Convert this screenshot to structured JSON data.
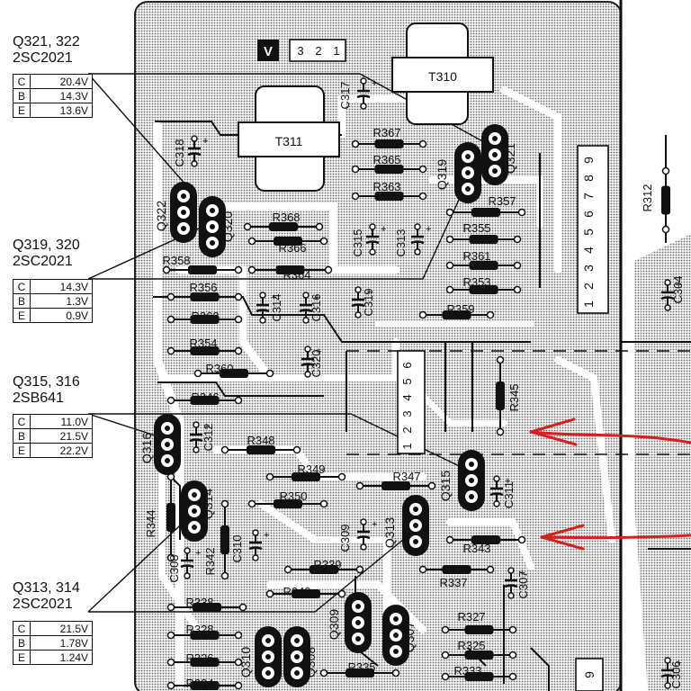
{
  "voltage_callouts": [
    {
      "label": "Q321, 322",
      "part": "2SC2021",
      "rows": [
        {
          "pin": "C",
          "value": "20.4V"
        },
        {
          "pin": "B",
          "value": "14.3V"
        },
        {
          "pin": "E",
          "value": "13.6V"
        }
      ]
    },
    {
      "label": "Q319, 320",
      "part": "2SC2021",
      "rows": [
        {
          "pin": "C",
          "value": "14.3V"
        },
        {
          "pin": "B",
          "value": "1.3V"
        },
        {
          "pin": "E",
          "value": "0.9V"
        }
      ]
    },
    {
      "label": "Q315, 316",
      "part": "2SB641",
      "rows": [
        {
          "pin": "C",
          "value": "11.0V"
        },
        {
          "pin": "B",
          "value": "21.5V"
        },
        {
          "pin": "E",
          "value": "22.2V"
        }
      ]
    },
    {
      "label": "Q313, 314",
      "part": "2SC2021",
      "rows": [
        {
          "pin": "C",
          "value": "21.5V"
        },
        {
          "pin": "B",
          "value": "1.78V"
        },
        {
          "pin": "E",
          "value": "1.24V"
        }
      ]
    }
  ],
  "connector_v": {
    "label": "V",
    "pins": [
      "3",
      "2",
      "1"
    ]
  },
  "transformers": [
    "T310",
    "T311"
  ],
  "resistors": [
    "R367",
    "R365",
    "R363",
    "R357",
    "R368",
    "R355",
    "R366",
    "R361",
    "R358",
    "R364",
    "R353",
    "R356",
    "R362",
    "R359",
    "R354",
    "R360",
    "R346",
    "R345",
    "R348",
    "R349",
    "R347",
    "R350",
    "R344",
    "R343",
    "R342",
    "R339",
    "R337",
    "R340",
    "R338",
    "R327",
    "R328",
    "R325",
    "R326",
    "R335",
    "R333",
    "R334",
    "R312"
  ],
  "capacitors": [
    "C317",
    "C318",
    "C315",
    "C313",
    "C314",
    "C316",
    "C319",
    "C320",
    "C312",
    "C311",
    "C309",
    "C310",
    "C308",
    "C307",
    "C304",
    "C306"
  ],
  "transistors": [
    "Q321",
    "Q319",
    "Q322",
    "Q320",
    "Q316",
    "Q314",
    "Q315",
    "Q313",
    "Q309",
    "Q307",
    "Q310",
    "Q308"
  ],
  "connector_strip_right": [
    "1",
    "2",
    "3",
    "4",
    "5",
    "6",
    "7",
    "8",
    "9"
  ],
  "connector_strip_mid": [
    "1",
    "2",
    "3",
    "4",
    "5",
    "6"
  ],
  "corner_label": "9"
}
